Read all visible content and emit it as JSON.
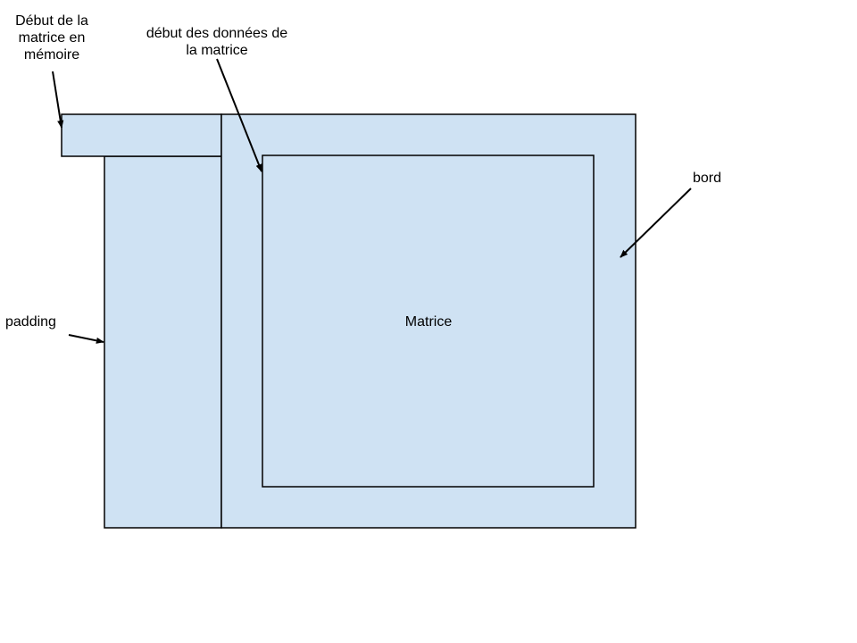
{
  "colors": {
    "fill": "#cfe2f3",
    "stroke": "#000000",
    "background": "#ffffff"
  },
  "labels": {
    "debut_memoire": "Début de la\nmatrice en\nmémoire",
    "debut_donnees": "début des données de\nla matrice",
    "bord": "bord",
    "padding": "padding",
    "matrice": "Matrice"
  }
}
